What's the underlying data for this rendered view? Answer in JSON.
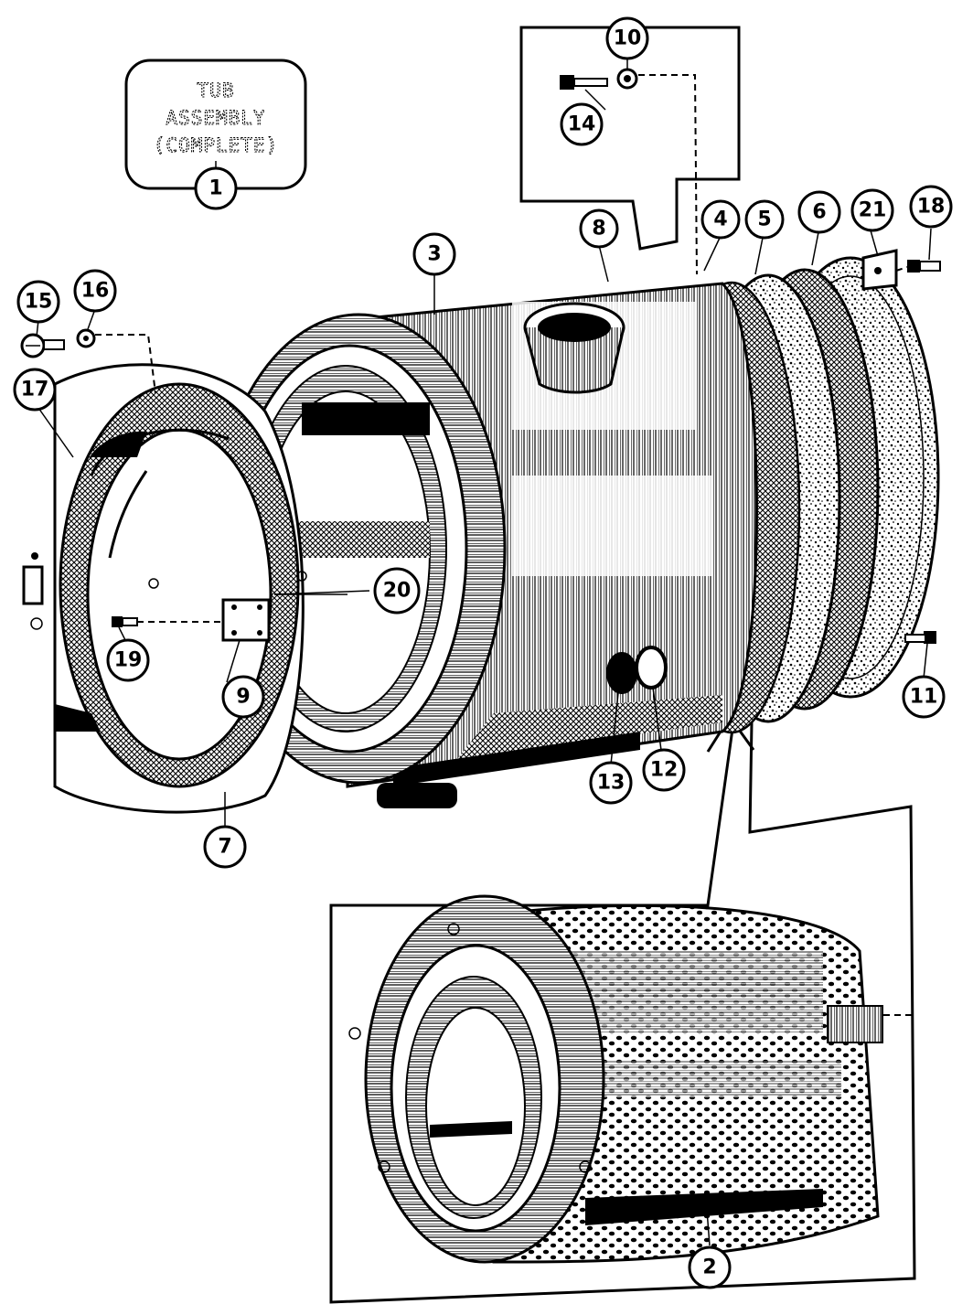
{
  "title_box": {
    "line1": "TUB",
    "line2": "ASSEMBLY",
    "line3": "(COMPLETE)",
    "number": "1"
  },
  "callouts": [
    {
      "id": "c1",
      "label": "1"
    },
    {
      "id": "c2",
      "label": "2"
    },
    {
      "id": "c3",
      "label": "3"
    },
    {
      "id": "c4",
      "label": "4"
    },
    {
      "id": "c5",
      "label": "5"
    },
    {
      "id": "c6",
      "label": "6"
    },
    {
      "id": "c7",
      "label": "7"
    },
    {
      "id": "c8",
      "label": "8"
    },
    {
      "id": "c9",
      "label": "9"
    },
    {
      "id": "c10",
      "label": "10"
    },
    {
      "id": "c11",
      "label": "11"
    },
    {
      "id": "c12",
      "label": "12"
    },
    {
      "id": "c13",
      "label": "13"
    },
    {
      "id": "c14",
      "label": "14"
    },
    {
      "id": "c15",
      "label": "15"
    },
    {
      "id": "c16",
      "label": "16"
    },
    {
      "id": "c17",
      "label": "17"
    },
    {
      "id": "c18",
      "label": "18"
    },
    {
      "id": "c19",
      "label": "19"
    },
    {
      "id": "c20",
      "label": "20"
    },
    {
      "id": "c21",
      "label": "21"
    }
  ]
}
